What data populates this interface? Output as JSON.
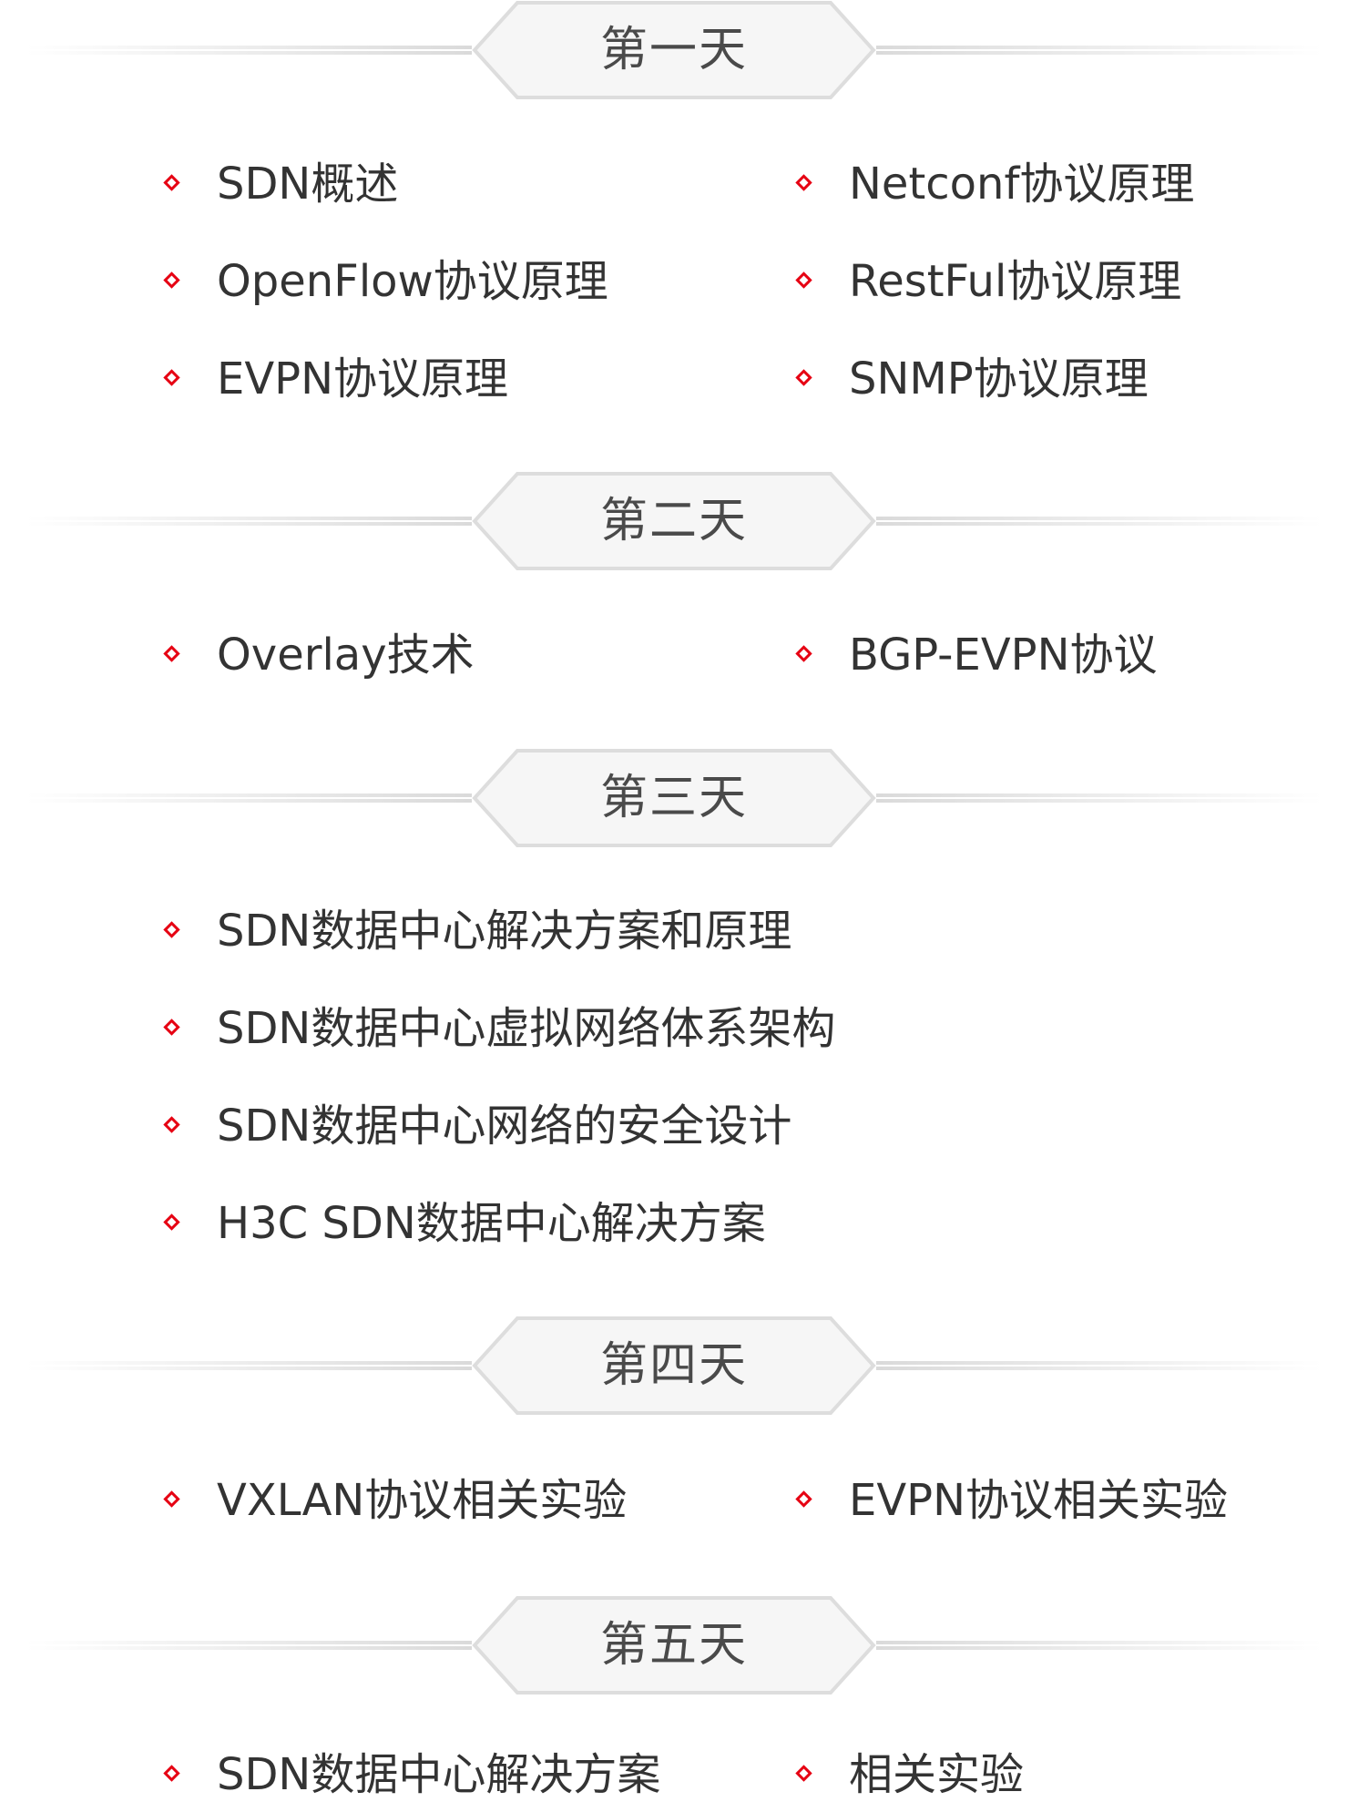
{
  "days": [
    {
      "title": "第一天",
      "items": [
        "SDN概述",
        "Netconf协议原理",
        "OpenFlow协议原理",
        "RestFul协议原理",
        "EVPN协议原理",
        "SNMP协议原理"
      ]
    },
    {
      "title": "第二天",
      "items": [
        "Overlay技术",
        "BGP-EVPN协议"
      ]
    },
    {
      "title": "第三天",
      "items": [
        "SDN数据中心解决方案和原理",
        "SDN数据中心虚拟网络体系架构",
        "SDN数据中心网络的安全设计",
        "H3C SDN数据中心解决方案"
      ]
    },
    {
      "title": "第四天",
      "items": [
        "VXLAN协议相关实验",
        "EVPN协议相关实验"
      ]
    },
    {
      "title": "第五天",
      "items": [
        "SDN数据中心解决方案",
        "相关实验"
      ]
    }
  ],
  "colors": {
    "bullet": "#e60012",
    "text": "#333333",
    "header_text": "#4a4a4a",
    "frame": "#dddddd"
  },
  "icons": {
    "bullet": "red-diamond-bullet-icon"
  }
}
